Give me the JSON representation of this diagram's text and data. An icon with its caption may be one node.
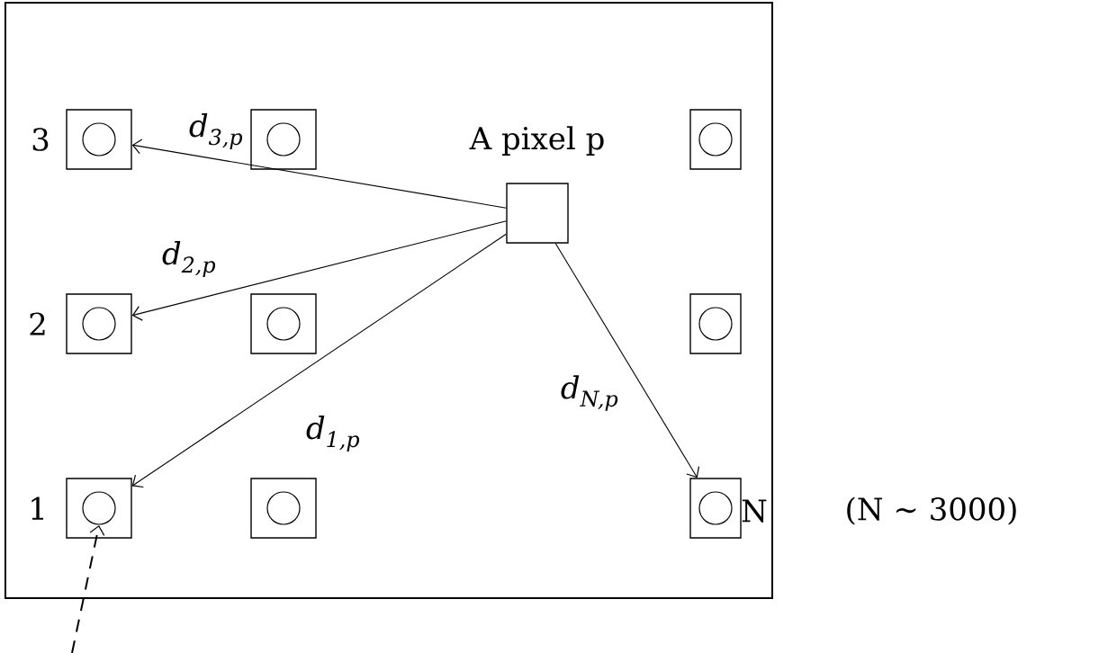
{
  "diagram": {
    "nodes": [
      {
        "text": [],
        "shape": "box"
      },
      {
        "text": [],
        "shape": "box",
        "in": 0,
        "beside": [
          "3"
        ]
      },
      {
        "text": [],
        "shape": "box",
        "in": 0
      },
      {
        "text": [
          "A pixel p"
        ],
        "in": 0
      },
      {
        "text": [],
        "shape": "box",
        "in": 0
      },
      {
        "text": [],
        "shape": "box",
        "in": 0,
        "beside": [
          "2"
        ]
      },
      {
        "text": [],
        "shape": "box",
        "in": 0
      },
      {
        "text": [],
        "shape": "box",
        "in": 0
      },
      {
        "text": [],
        "shape": "box",
        "in": 0,
        "beside": [
          "1"
        ]
      },
      {
        "text": [],
        "shape": "box",
        "in": 0
      },
      {
        "text": [],
        "shape": "box",
        "in": 0,
        "beside": [
          "N",
          "(N ∼ 3000)"
        ]
      }
    ],
    "edges": [
      {
        "from": 3,
        "to": 1,
        "arrow": "to",
        "label": "d$_{3,p}$"
      },
      {
        "from": 3,
        "to": 5,
        "arrow": "to",
        "label": "d$_{2,p}$"
      },
      {
        "from": 3,
        "to": 8,
        "arrow": "to",
        "label": "d$_{1,p}$"
      },
      {
        "from": 3,
        "to": 10,
        "arrow": "to",
        "label": "d$_{N,p}$"
      },
      {
        "from": null,
        "to": 8,
        "arrow": "to",
        "style": "dashed"
      }
    ]
  }
}
